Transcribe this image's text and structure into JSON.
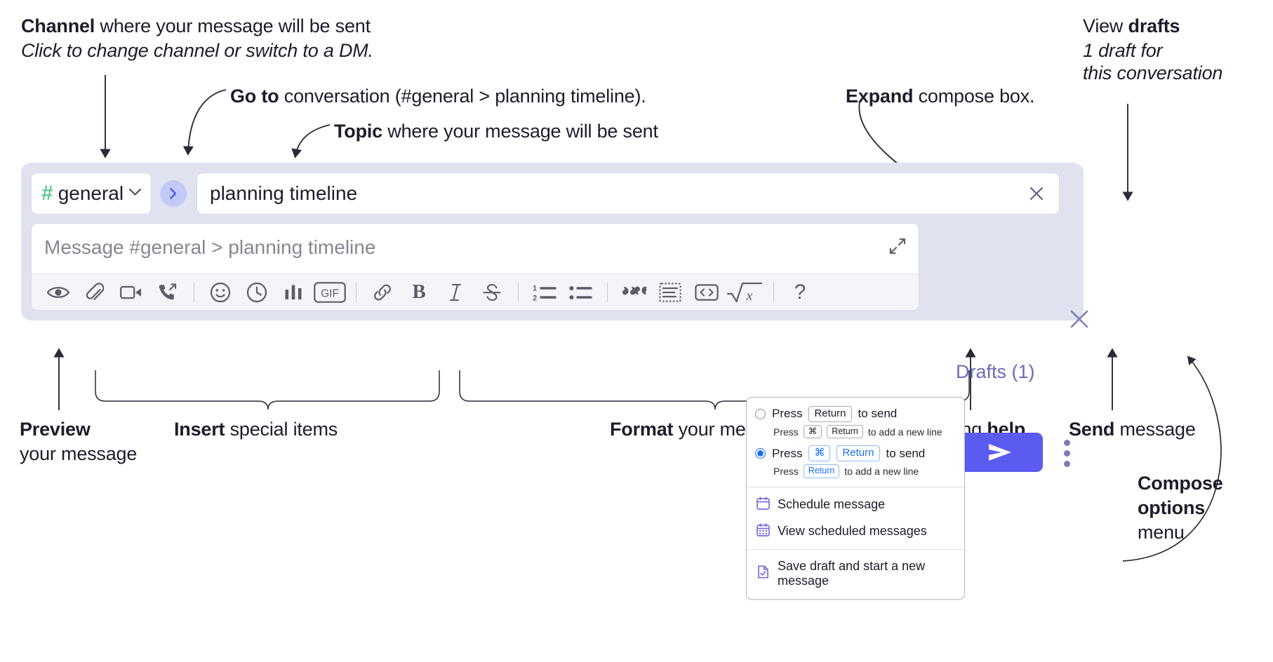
{
  "annotations": {
    "channel": {
      "bold": "Channel",
      "rest": " where your message will be sent",
      "sub": "Click to change channel or switch to a DM."
    },
    "goto": {
      "bold": "Go to",
      "rest": " conversation (#general > planning timeline)."
    },
    "topic": {
      "bold": "Topic",
      "rest": " where your message will be sent"
    },
    "expand": {
      "bold": "Expand",
      "rest": " compose box."
    },
    "drafts": {
      "lead": "View ",
      "bold": "drafts",
      "sub1": "1 draft for",
      "sub2": "this conversation"
    },
    "preview": {
      "bold": "Preview",
      "sub": "your message"
    },
    "insert": {
      "bold": "Insert",
      "rest": " special items"
    },
    "format": {
      "bold": "Format",
      "rest": " your message"
    },
    "help": {
      "lead": "Formatting ",
      "bold": "help"
    },
    "send": {
      "bold": "Send",
      "rest": " message"
    },
    "compose_options": {
      "bold1": "Compose",
      "bold2": "options",
      "rest": "menu"
    }
  },
  "compose": {
    "channel": {
      "hash": "#",
      "name": "general",
      "chevron": "chevron-down-icon"
    },
    "goto_button": "goto-conversation-icon",
    "topic": {
      "value": "planning timeline",
      "clear": "close-icon"
    },
    "message": {
      "placeholder": "Message #general > planning timeline",
      "value": ""
    },
    "expand_label": "expand-icon",
    "drafts_link": "Drafts (1)",
    "close_label": "close-icon",
    "send_label": "send-icon",
    "options_label": "kebab-menu-icon",
    "toolbar": [
      {
        "name": "preview-icon",
        "type": "icon"
      },
      {
        "name": "attachment-icon",
        "type": "icon"
      },
      {
        "name": "video-clip-icon",
        "type": "icon"
      },
      {
        "name": "audio-clip-icon",
        "type": "icon"
      },
      {
        "name": "divider",
        "type": "sep"
      },
      {
        "name": "emoji-icon",
        "type": "icon"
      },
      {
        "name": "schedule-clock-icon",
        "type": "icon"
      },
      {
        "name": "poll-icon",
        "type": "icon"
      },
      {
        "name": "gif-icon",
        "type": "icon",
        "label": "GIF"
      },
      {
        "name": "divider",
        "type": "sep"
      },
      {
        "name": "link-icon",
        "type": "icon"
      },
      {
        "name": "bold-icon",
        "type": "icon",
        "label": "B"
      },
      {
        "name": "italic-icon",
        "type": "icon",
        "label": "I"
      },
      {
        "name": "strikethrough-icon",
        "type": "icon"
      },
      {
        "name": "divider",
        "type": "sep"
      },
      {
        "name": "ordered-list-icon",
        "type": "icon"
      },
      {
        "name": "bulleted-list-icon",
        "type": "icon"
      },
      {
        "name": "divider",
        "type": "sep"
      },
      {
        "name": "blockquote-icon",
        "type": "icon"
      },
      {
        "name": "code-block-icon",
        "type": "icon"
      },
      {
        "name": "inline-code-icon",
        "type": "icon"
      },
      {
        "name": "math-icon",
        "type": "icon"
      },
      {
        "name": "divider",
        "type": "sep"
      },
      {
        "name": "formatting-help-icon",
        "type": "icon",
        "label": "?"
      }
    ]
  },
  "menu": {
    "options": [
      {
        "selected": false,
        "press": "Press",
        "keys": [
          "Return"
        ],
        "tail": "to send",
        "sub_press": "Press",
        "sub_keys": [
          "⌘",
          "Return"
        ],
        "sub_tail": "to add a new line"
      },
      {
        "selected": true,
        "press": "Press",
        "keys": [
          "⌘",
          "Return"
        ],
        "tail": "to send",
        "sub_press": "Press",
        "sub_keys": [
          "Return"
        ],
        "sub_tail": "to add a new line"
      }
    ],
    "items": [
      {
        "icon": "calendar-schedule-icon",
        "label": "Schedule message"
      },
      {
        "icon": "calendar-list-icon",
        "label": "View scheduled messages"
      },
      {
        "icon": "save-draft-icon",
        "label": "Save draft and start a new message"
      }
    ]
  },
  "colors": {
    "panel_bg": "#e1e2f0",
    "accent_send": "#5b5bf2",
    "hash_green": "#5fc894",
    "drafts_purple": "#6a6bb5",
    "radio_blue": "#1b6ef3",
    "menu_icon_purple": "#7b6ce0"
  }
}
